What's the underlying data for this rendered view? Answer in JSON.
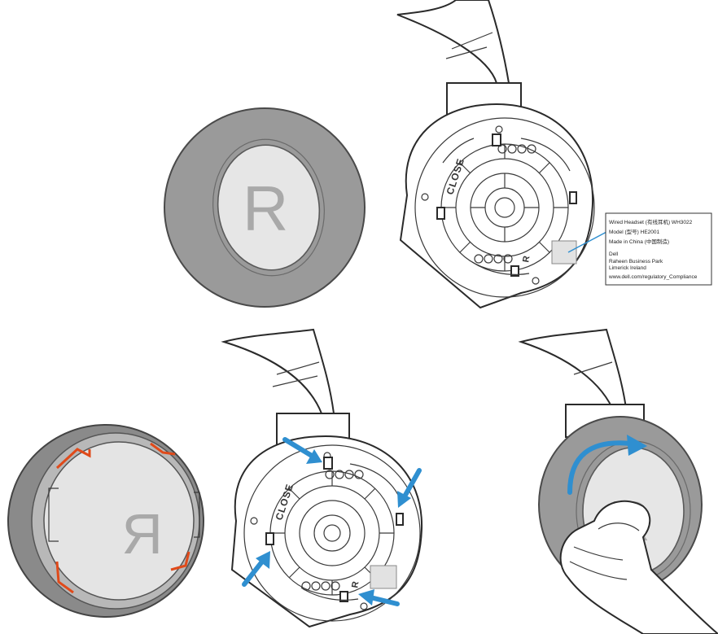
{
  "diagram": {
    "side_letter": "R",
    "close_label": "CLOSE",
    "regulatory_label": [
      "Wired Headset (有线耳机) WH3022",
      "Model (型号) HE2001",
      "Made in China (中国制造)",
      "Dell",
      "Raheen Business Park",
      "Limerick Ireland",
      "www.dell.com/regulatory_Compliance"
    ],
    "colors": {
      "arrow": "#2f8fd0",
      "cushion": "#9a9a9a",
      "clip_highlight": "#e04a1a"
    }
  }
}
